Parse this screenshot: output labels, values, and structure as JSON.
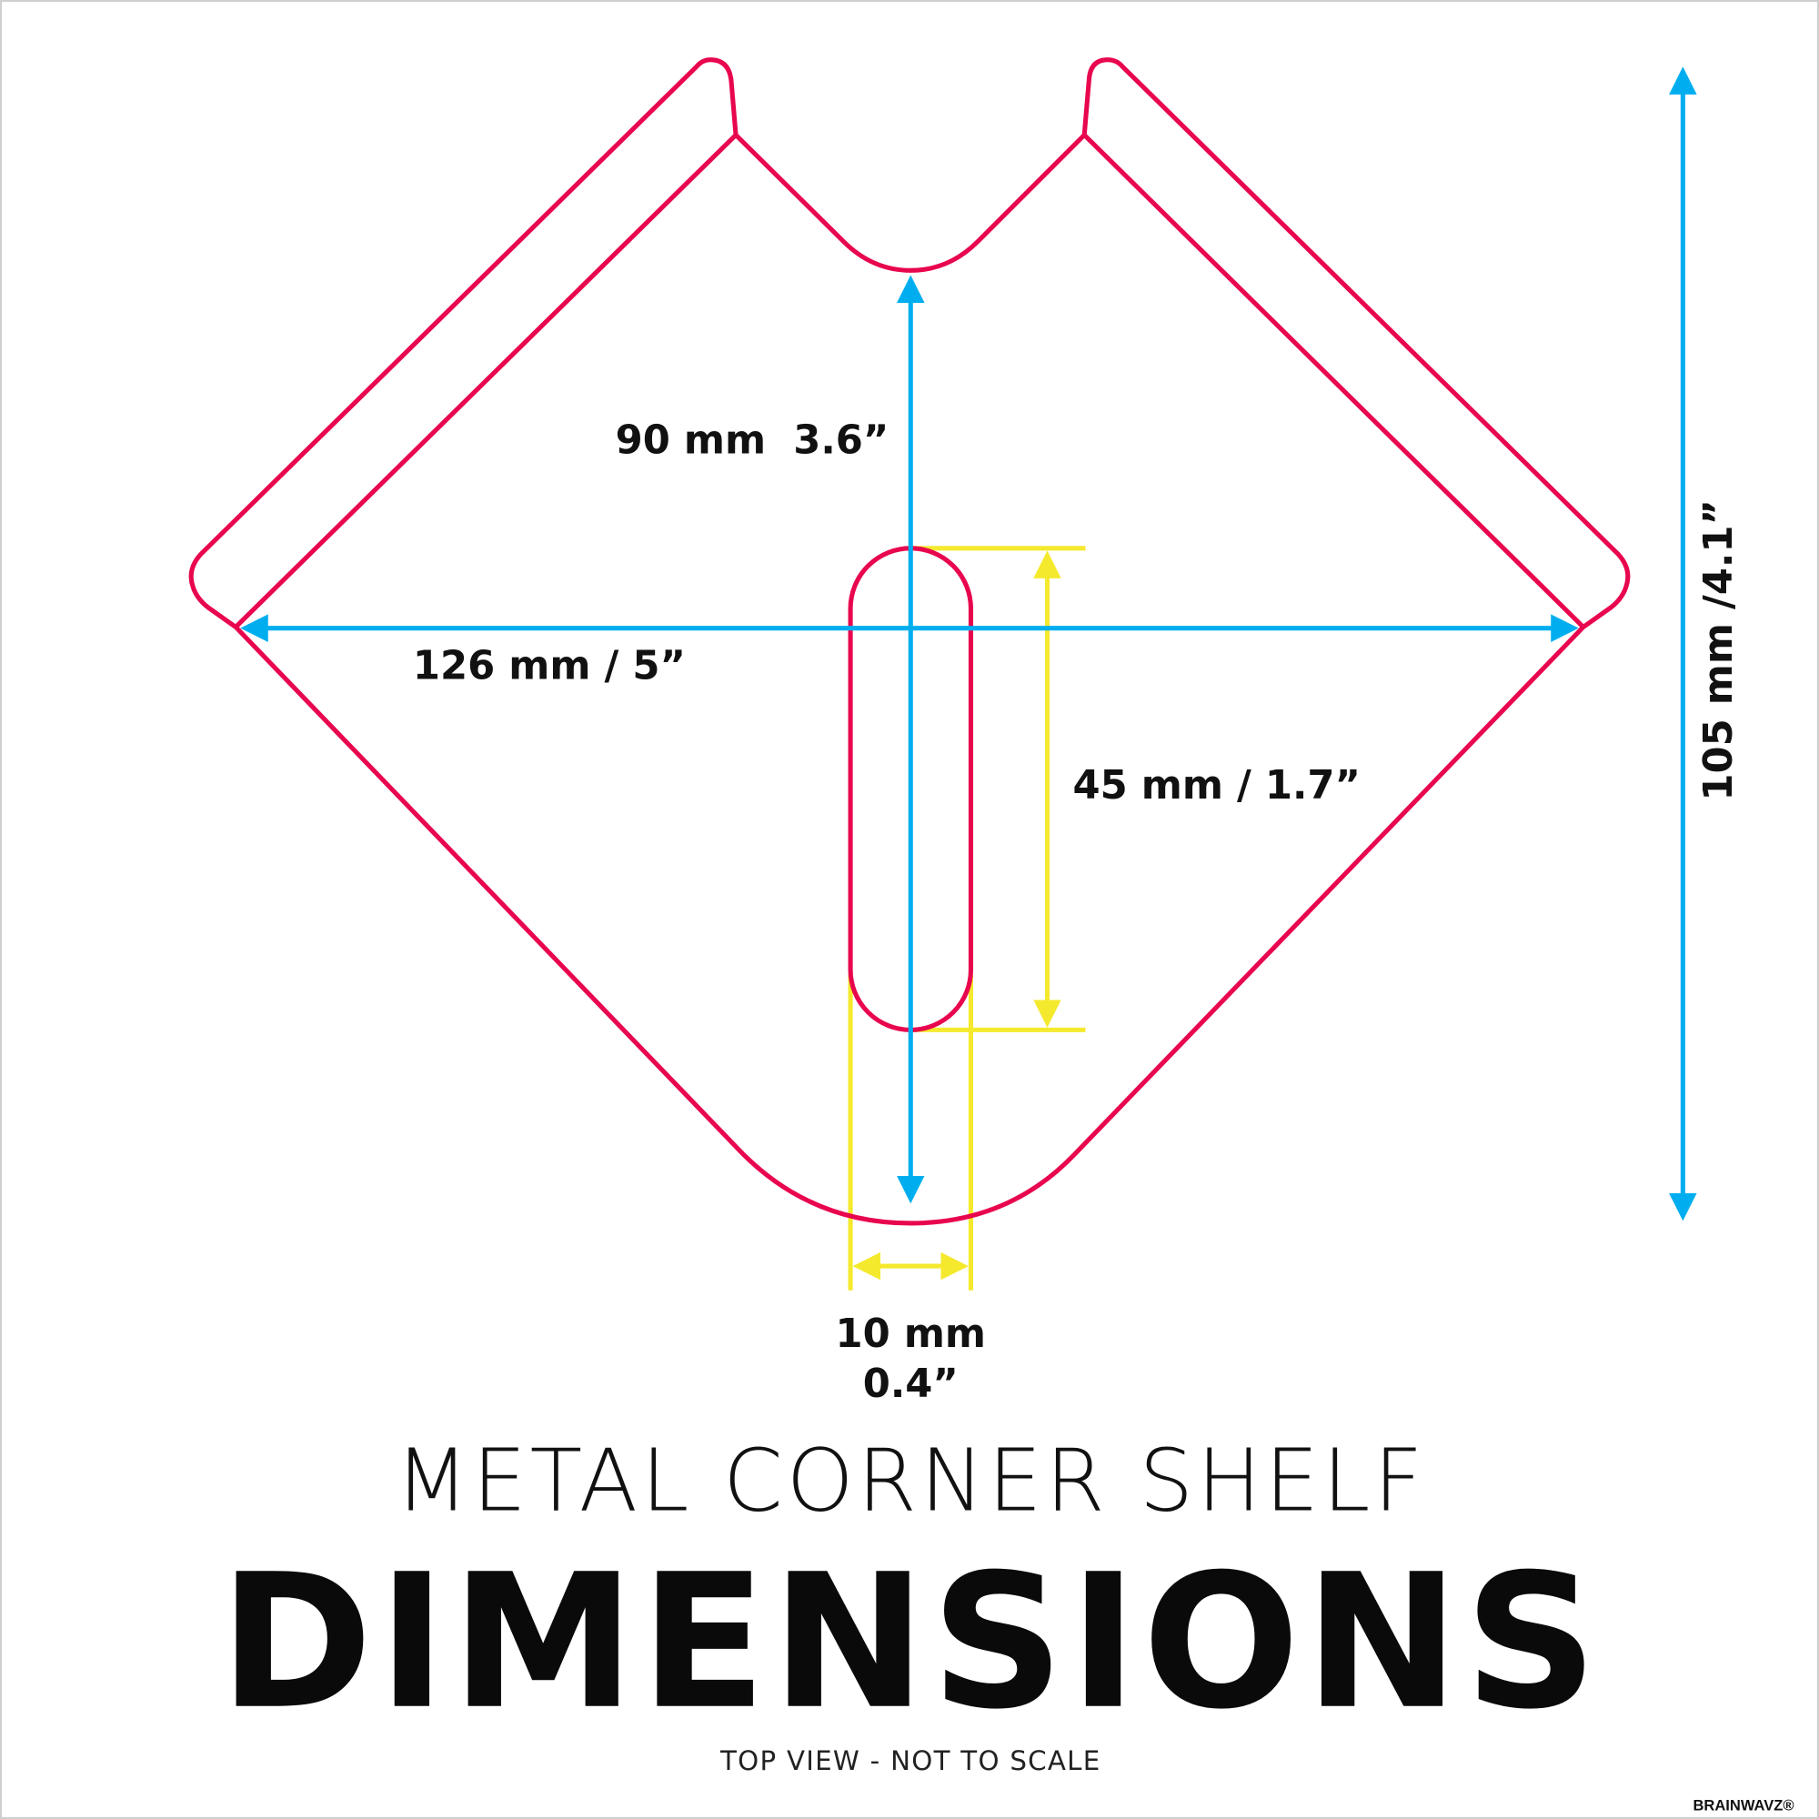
{
  "colors": {
    "outline": "#e8064e",
    "main_dimension": "#00aeef",
    "slot_dimension": "#f5e92e"
  },
  "dimensions": {
    "depth": "90 mm  3.6”",
    "width": "126 mm / 5”",
    "slot_length": "45 mm / 1.7”",
    "slot_width_mm": "10 mm",
    "slot_width_in": "0.4”",
    "overall_height": "105 mm /4.1”"
  },
  "title": {
    "line1": "METAL CORNER SHELF",
    "line2": "DIMENSIONS",
    "note": "TOP VIEW - NOT TO SCALE"
  },
  "brand": "BRAINWAVZ®"
}
